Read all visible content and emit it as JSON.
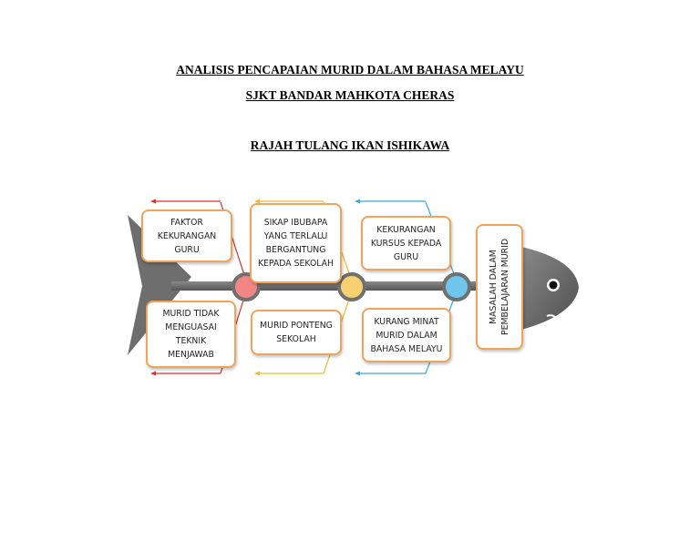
{
  "titles": {
    "line1": "ANALISIS PENCAPAIAN MURID DALAM BAHASA MELAYU",
    "line2": "SJKT BANDAR MAHKOTA CHERAS",
    "line3": "RAJAH TULANG IKAN ISHIKAWA"
  },
  "causes": {
    "top_left": "FAKTOR KEKURANGAN GURU",
    "top_middle": "SIKAP IBUBAPA YANG TERLALU BERGANTUNG KEPADA SEKOLAH",
    "top_right": "KEKURANGAN KURSUS KEPADA GURU",
    "bottom_left": "MURID TIDAK MENGUASAI TEKNIK MENJAWAB",
    "bottom_middle": "MURID PONTENG SEKOLAH",
    "bottom_right": "KURANG MINAT MURID DALAM BAHASA MELAYU"
  },
  "problem": {
    "line1": "MASALAH DALAM",
    "line2": "PEMBELAJARAN MURID"
  },
  "colors": {
    "box_border": "#f0a45a",
    "fish_body": "#6b6b6b",
    "node_red": "#f28686",
    "node_yellow": "#f7d170",
    "node_blue": "#6ec6ec",
    "arrow_red": "#d9302b",
    "arrow_yellow": "#f2b834",
    "arrow_blue": "#3fa4dc"
  }
}
